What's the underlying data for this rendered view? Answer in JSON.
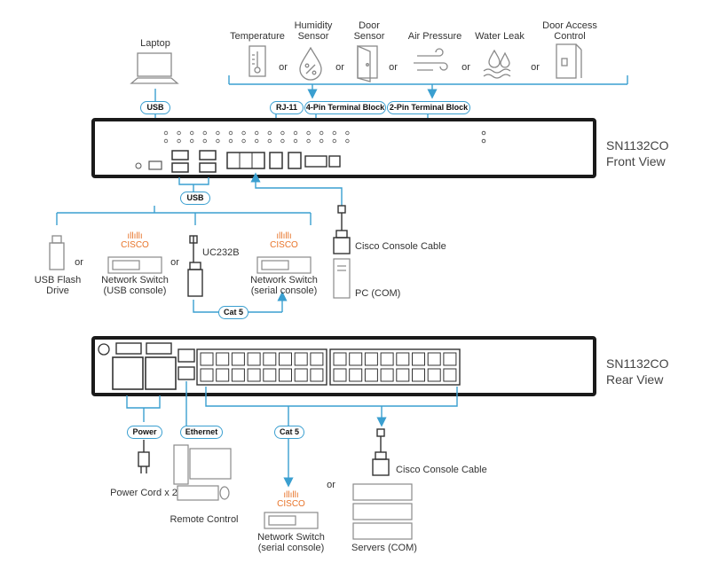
{
  "front": {
    "device_name": "SN1132CO",
    "view_label": "Front View",
    "sensors": [
      {
        "label_line1": "Temperature",
        "label_line2": ""
      },
      {
        "label_line1": "Humidity",
        "label_line2": "Sensor"
      },
      {
        "label_line1": "Door",
        "label_line2": "Sensor"
      },
      {
        "label_line1": "Air Pressure",
        "label_line2": ""
      },
      {
        "label_line1": "Water Leak",
        "label_line2": ""
      },
      {
        "label_line1": "Door Access",
        "label_line2": "Control"
      }
    ],
    "or_text": "or",
    "laptop_label": "Laptop",
    "connectors": {
      "usb_top": "USB",
      "rj11": "RJ-11",
      "pin4": "4-Pin Terminal Block",
      "pin2": "2-Pin Terminal Block",
      "usb_bottom": "USB",
      "cat5": "Cat 5"
    },
    "usb_flash": {
      "line1": "USB Flash",
      "line2": "Drive"
    },
    "switch_usb": {
      "brand": "CISCO",
      "line1": "Network Switch",
      "line2": "(USB console)"
    },
    "uc232b": "UC232B",
    "switch_serial": {
      "brand": "CISCO",
      "line1": "Network Switch",
      "line2": "(serial console)"
    },
    "console_cable": "Cisco Console Cable",
    "pc_label": "PC (COM)"
  },
  "rear": {
    "device_name": "SN1132CO",
    "view_label": "Rear View",
    "connectors": {
      "power": "Power",
      "ethernet": "Ethernet",
      "cat5": "Cat 5"
    },
    "power_cord": "Power Cord x 2",
    "remote_control": "Remote Control",
    "switch_serial": {
      "brand": "CISCO",
      "line1": "Network Switch",
      "line2": "(serial console)"
    },
    "or_text": "or",
    "console_cable": "Cisco Console Cable",
    "servers_label": "Servers (COM)"
  },
  "colors": {
    "wire": "#3a9fd0",
    "device": "#1a1a1a",
    "cisco": "#e8742a",
    "icon": "#8a8a8a"
  }
}
